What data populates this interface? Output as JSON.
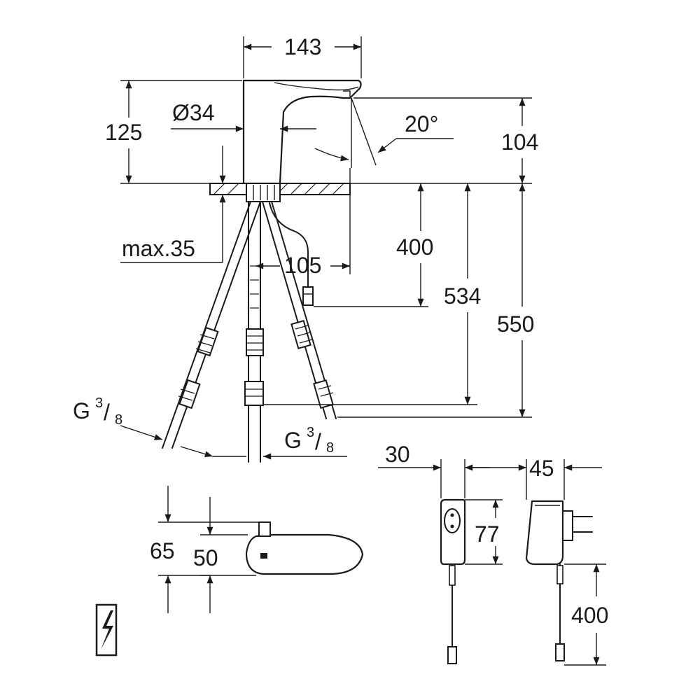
{
  "dimensions": {
    "width_143": "143",
    "height_125": "125",
    "diameter_34": "Ø34",
    "angle_20": "20°",
    "height_104": "104",
    "max_35": "max.35",
    "depth_105": "105",
    "length_400_sensor": "400",
    "length_534": "534",
    "length_550": "550",
    "thread_left_G": "G",
    "thread_left_num": "3",
    "thread_left_den": "8",
    "thread_right_G": "G",
    "thread_right_num": "3",
    "thread_right_den": "8",
    "top_view_65": "65",
    "top_view_50": "50",
    "box_width_30": "30",
    "box_height_77": "77",
    "adapter_width_45": "45",
    "cable_400": "400"
  },
  "icons": {
    "electric": "electric-lightning-icon"
  }
}
